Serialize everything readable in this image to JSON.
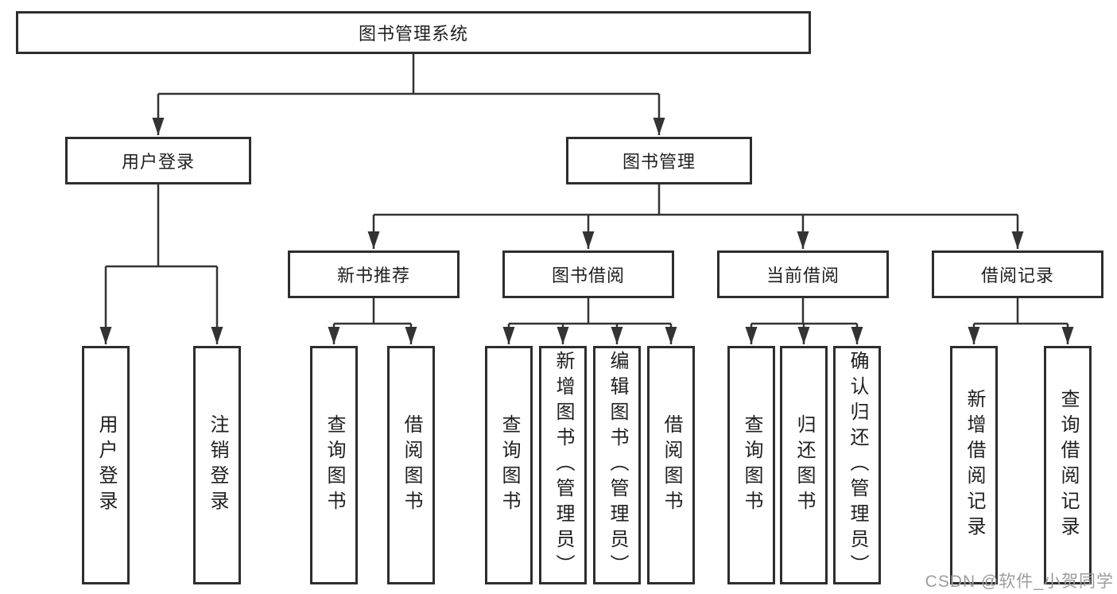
{
  "diagram": {
    "root": {
      "label": "图书管理系统"
    },
    "level2": [
      {
        "label": "用户登录"
      },
      {
        "label": "图书管理"
      }
    ],
    "level3": [
      {
        "label": "新书推荐"
      },
      {
        "label": "图书借阅"
      },
      {
        "label": "当前借阅"
      },
      {
        "label": "借阅记录"
      }
    ],
    "leaves": {
      "user_login": [
        "用户登录",
        "注销登录"
      ],
      "new_book_recommend": [
        "查询图书",
        "借阅图书"
      ],
      "book_borrowing": [
        "查询图书",
        "新增图书（管理员）",
        "编辑图书（管理员）",
        "借阅图书"
      ],
      "current_borrowing": [
        "查询图书",
        "归还图书",
        "确认归还（管理员）"
      ],
      "borrowing_records": [
        "新增借阅记录",
        "查询借阅记录"
      ]
    }
  },
  "watermark": {
    "text": "CSDN @软件_小贺同学"
  }
}
